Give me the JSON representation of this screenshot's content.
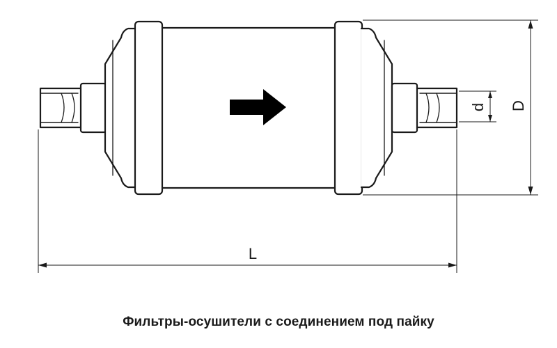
{
  "diagram": {
    "dimensions": {
      "length_label": "L",
      "outer_diameter_label": "D",
      "connection_diameter_label": "d"
    },
    "flow_direction": "right",
    "colors": {
      "line": "#1a1a1a",
      "body_fill": "#ffffff",
      "arrow": "#000000"
    }
  },
  "caption": "Фильтры-осушители с соединением под пайку"
}
